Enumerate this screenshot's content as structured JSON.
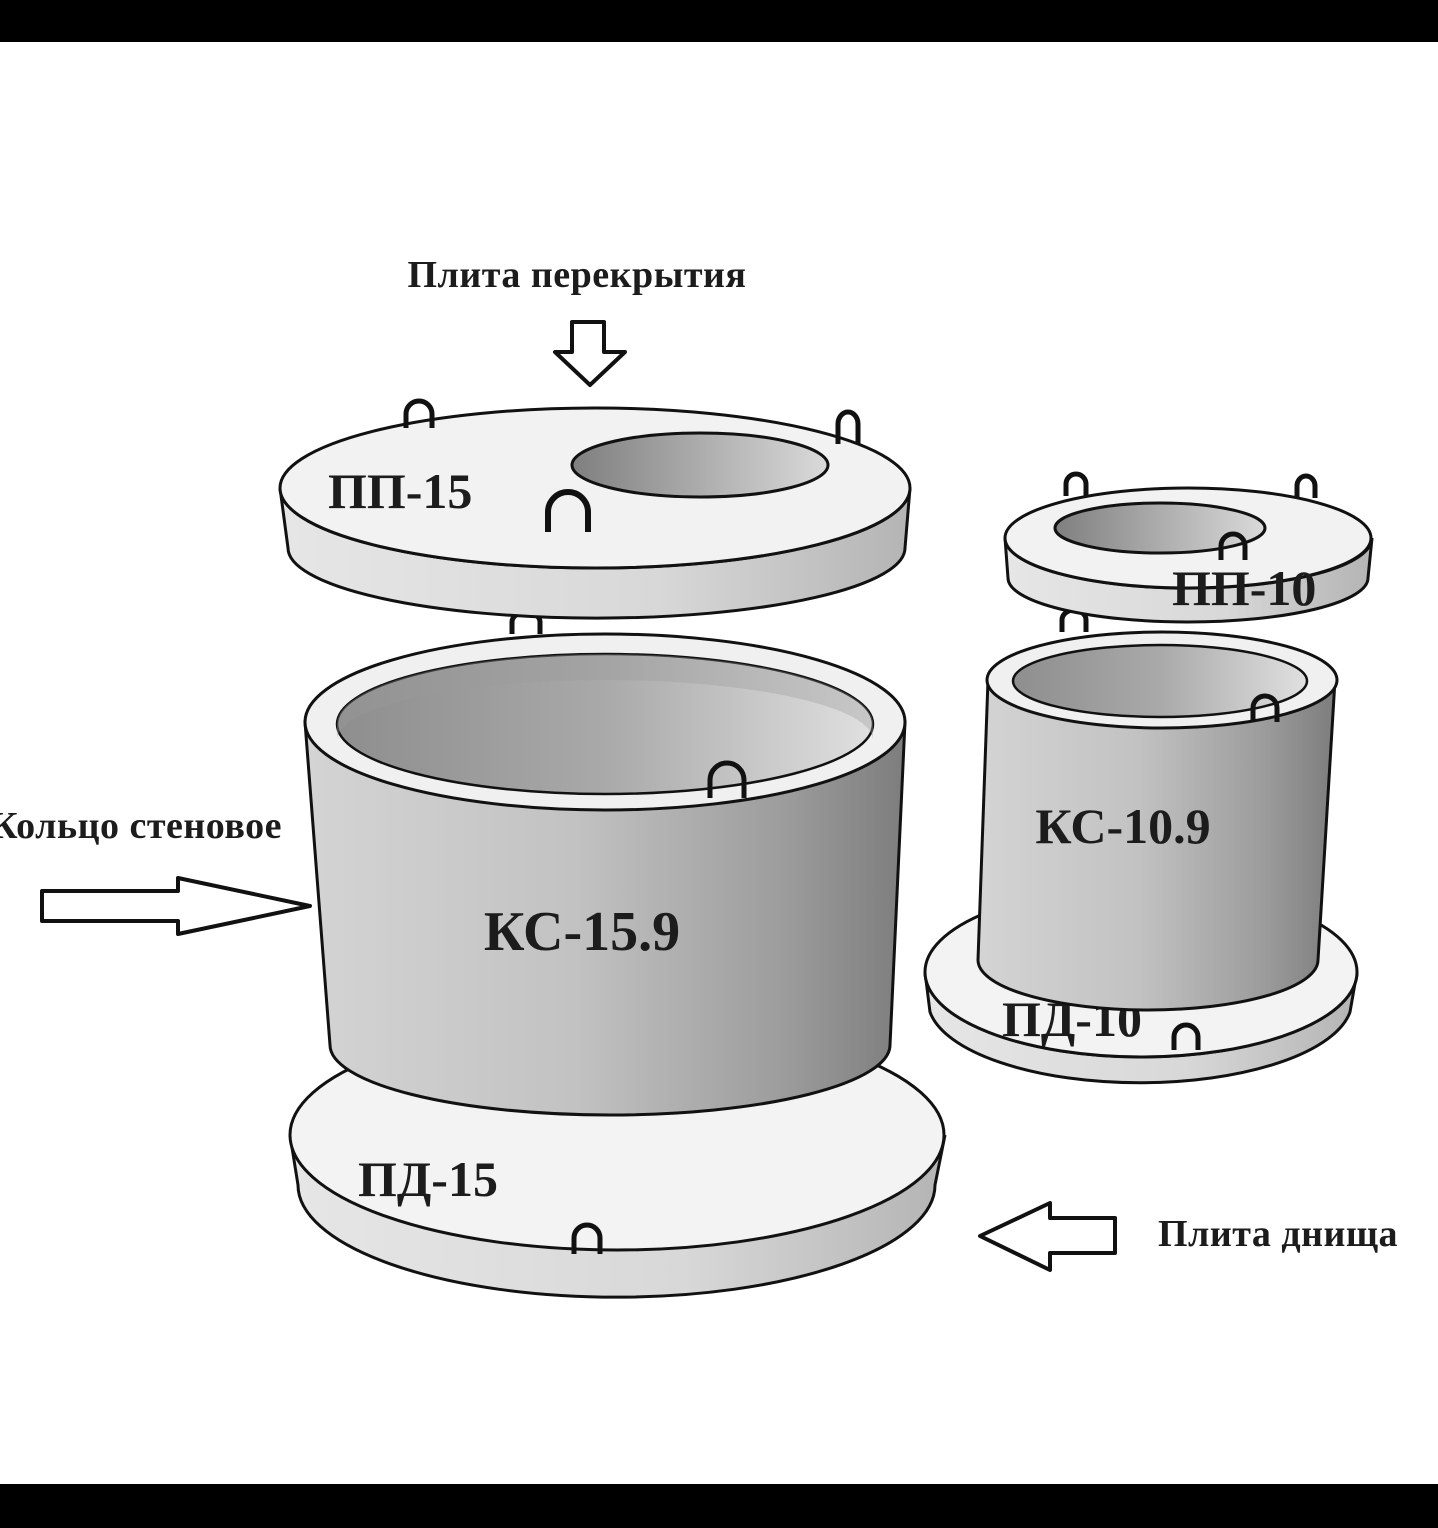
{
  "captions": {
    "cover_slab": "Плита перекрытия",
    "wall_ring": "Кольцо стеновое",
    "bottom_slab": "Плита днища"
  },
  "parts": {
    "pp15": "ПП-15",
    "ks159": "КС-15.9",
    "pd15": "ПД-15",
    "pp10": "ПП-10",
    "ks109": "КС-10.9",
    "pd10": "ПД-10"
  },
  "colors": {
    "outline": "#111111",
    "concrete_light": "#f2f2f2",
    "concrete_mid": "#c9c9c9",
    "concrete_dark": "#8a8a8a",
    "background": "#ffffff",
    "frame": "#000000"
  }
}
